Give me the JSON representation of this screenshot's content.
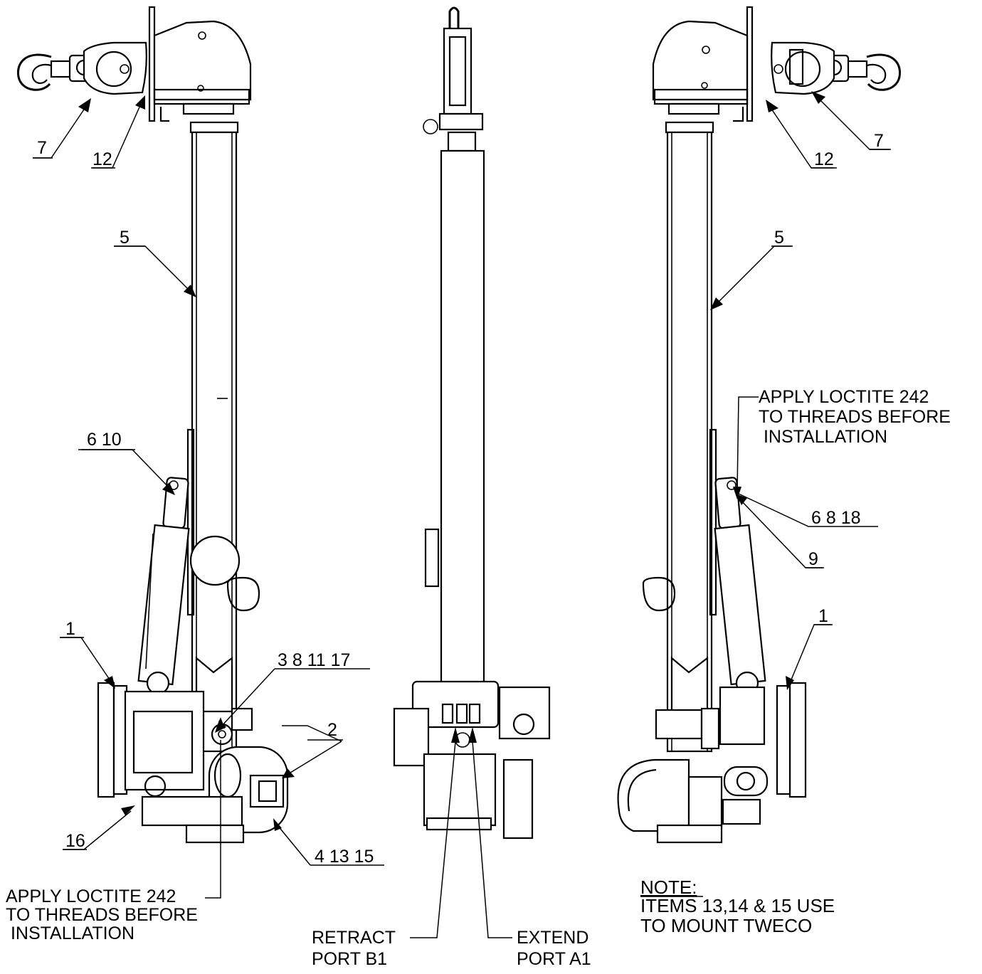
{
  "labels": {
    "left_view": {
      "item_7": "7",
      "item_12": "12",
      "item_5": "5",
      "item_6_10": "6  10",
      "item_1": "1",
      "item_3_8_11_17": "3  8  11 17",
      "item_2": "2",
      "item_16": "16",
      "item_4_13_15": "4  13 15"
    },
    "right_view": {
      "item_12": "12",
      "item_7": "7",
      "item_5": "5",
      "item_6_8_18": "6  8  18",
      "item_9": "9",
      "item_1": "1"
    }
  },
  "callouts": {
    "loctite_left": [
      "APPLY LOCTITE 242",
      "TO THREADS BEFORE",
      " INSTALLATION"
    ],
    "loctite_right": [
      "APPLY LOCTITE 242",
      "TO THREADS BEFORE",
      " INSTALLATION"
    ],
    "retract_port": [
      "RETRACT",
      "PORT B1"
    ],
    "extend_port": [
      "EXTEND",
      "PORT A1"
    ]
  },
  "note": {
    "heading": "NOTE:",
    "lines": [
      "ITEMS 13,14 & 15 USE",
      "TO MOUNT TWECO"
    ]
  }
}
